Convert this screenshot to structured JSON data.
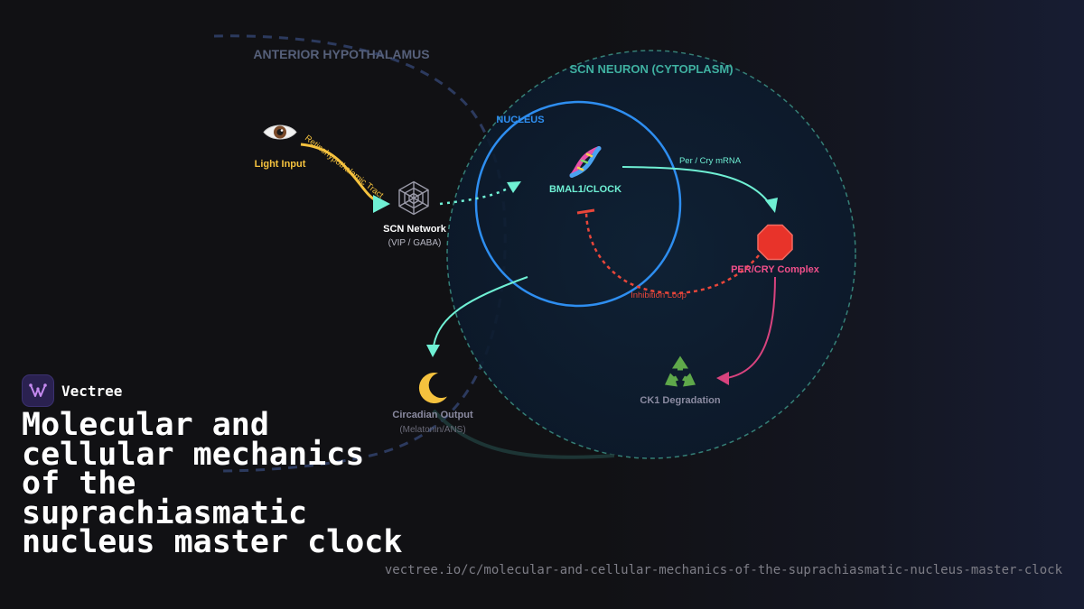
{
  "regions": {
    "hypothalamus_label": "ANTERIOR HYPOTHALAMUS",
    "neuron_label": "SCN NEURON (CYTOPLASM)",
    "nucleus_label": "NUCLEUS"
  },
  "nodes": {
    "light_input": {
      "label": "Light Input",
      "icon": "eye-icon"
    },
    "tract_label": "Retinohypothalamic Tract",
    "scn_network": {
      "label": "SCN Network",
      "sublabel": "(VIP / GABA)",
      "icon": "network-web-icon"
    },
    "bmal_clock": {
      "label": "BMAL1/CLOCK",
      "icon": "dna-icon"
    },
    "mrna_label": "Per / Cry mRNA",
    "per_cry": {
      "label": "PER/CRY Complex",
      "icon": "stop-sign-icon"
    },
    "inhibition_label": "Inhibition Loop",
    "ck1": {
      "label": "CK1 Degradation",
      "icon": "recycle-icon"
    },
    "output": {
      "label": "Circadian Output",
      "sublabel": "(Melatonin/ANS)",
      "icon": "crescent-moon-icon"
    }
  },
  "colors": {
    "light": "#f5c23e",
    "cyan": "#6ff0d4",
    "nucleus": "#2e8ef0",
    "neuron_border": "#3e9a8c",
    "inhibition": "#e8463a",
    "complex": "#f04f8a",
    "degradation": "#d8437e",
    "muted": "#8a8aa0",
    "region": "#56607a"
  },
  "brand": {
    "name": "Vectree",
    "icon": "vectree-logo-icon"
  },
  "title": "Molecular and cellular mechanics of the suprachiasmatic nucleus master clock",
  "url": "vectree.io/c/molecular-and-cellular-mechanics-of-the-suprachiasmatic-nucleus-master-clock"
}
